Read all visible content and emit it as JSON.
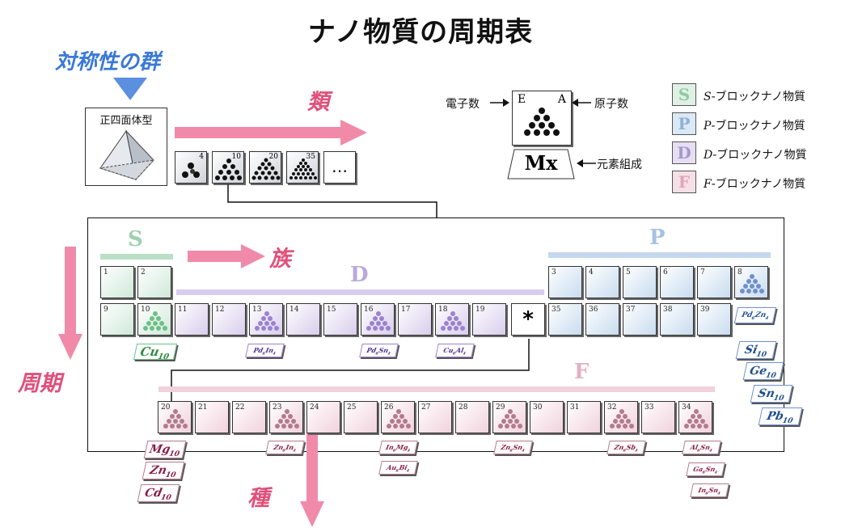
{
  "title": "ナノ物質の周期表",
  "symmetry_label": "対称性の群",
  "tetrahedron_label": "正四面体型",
  "arrows": {
    "class": "類",
    "family": "族",
    "period": "周期",
    "species": "種"
  },
  "cluster_sizes": [
    "4",
    "10",
    "20",
    "35"
  ],
  "cluster_more": "…",
  "key": {
    "electrons": "電子数",
    "E": "E",
    "A": "A",
    "atoms": "原子数",
    "formula": "Mx",
    "composition": "元素組成"
  },
  "legend": [
    {
      "letter": "S",
      "prefix": "S",
      "text": "-ブロックナノ物質",
      "color": "#8fc9a4",
      "bg": "#dff1e5"
    },
    {
      "letter": "P",
      "prefix": "P",
      "text": "-ブロックナノ物質",
      "color": "#8db3d9",
      "bg": "#dbe8f5"
    },
    {
      "letter": "D",
      "prefix": "D",
      "text": "-ブロックナノ物質",
      "color": "#a896cf",
      "bg": "#e6def3"
    },
    {
      "letter": "F",
      "prefix": "F",
      "text": "-ブロックナノ物質",
      "color": "#e1a4b9",
      "bg": "#f6e0e8"
    }
  ],
  "blocks": {
    "S": "S",
    "P": "P",
    "D": "D",
    "F": "F"
  },
  "star": "*",
  "cells": {
    "c1": "1",
    "c2": "2",
    "c3": "3",
    "c4": "4",
    "c5": "5",
    "c6": "6",
    "c7": "7",
    "c8": "8",
    "c9": "9",
    "c10": "10",
    "c11": "11",
    "c12": "12",
    "c13": "13",
    "c14": "14",
    "c15": "15",
    "c16": "16",
    "c17": "17",
    "c18": "18",
    "c19": "19",
    "c35": "35",
    "c36": "36",
    "c37": "37",
    "c38": "38",
    "c39": "39",
    "c20": "20",
    "c21": "21",
    "c22": "22",
    "c23": "23",
    "c24": "24",
    "c25": "25",
    "c26": "26",
    "c27": "27",
    "c28": "28",
    "c29": "29",
    "c30": "30",
    "c31": "31",
    "c32": "32",
    "c33": "33",
    "c34": "34"
  },
  "labels": {
    "cu": {
      "el": "Cu",
      "sub": "10"
    },
    "pdin": {
      "a": "Pd",
      "as": "6",
      "b": "In",
      "bs": "4"
    },
    "pdsn": {
      "a": "Pd",
      "as": "6",
      "b": "Sn",
      "bs": "4"
    },
    "cual": {
      "a": "Cu",
      "as": "6",
      "b": "Al",
      "bs": "4"
    },
    "pdzn": {
      "a": "Pd",
      "as": "6",
      "b": "Zn",
      "bs": "4"
    },
    "si": {
      "el": "Si",
      "sub": "10"
    },
    "ge": {
      "el": "Ge",
      "sub": "10"
    },
    "sn": {
      "el": "Sn",
      "sub": "10"
    },
    "pb": {
      "el": "Pb",
      "sub": "10"
    },
    "mg": {
      "el": "Mg",
      "sub": "10"
    },
    "zn": {
      "el": "Zn",
      "sub": "10"
    },
    "cd": {
      "el": "Cd",
      "sub": "10"
    },
    "znin": {
      "a": "Zn",
      "as": "6",
      "b": "In",
      "bs": "4"
    },
    "inmg": {
      "a": "In",
      "as": "6",
      "b": "Mg",
      "bs": "4"
    },
    "aubi": {
      "a": "Au",
      "as": "6",
      "b": "Bi",
      "bs": "4"
    },
    "znsn": {
      "a": "Zn",
      "as": "6",
      "b": "Sn",
      "bs": "4"
    },
    "znsb": {
      "a": "Zn",
      "as": "6",
      "b": "Sb",
      "bs": "4"
    },
    "alsn": {
      "a": "Al",
      "as": "6",
      "b": "Sn",
      "bs": "4"
    },
    "gasn": {
      "a": "Ga",
      "as": "6",
      "b": "Sn",
      "bs": "4"
    },
    "insn": {
      "a": "In",
      "as": "6",
      "b": "Sn",
      "bs": "4"
    }
  },
  "colors": {
    "s": "#8fc9a4",
    "p": "#9bbbdf",
    "d": "#b9aadf",
    "f": "#e5b3c5",
    "arrow": "#f08aa8",
    "blue": "#3a78d8"
  }
}
